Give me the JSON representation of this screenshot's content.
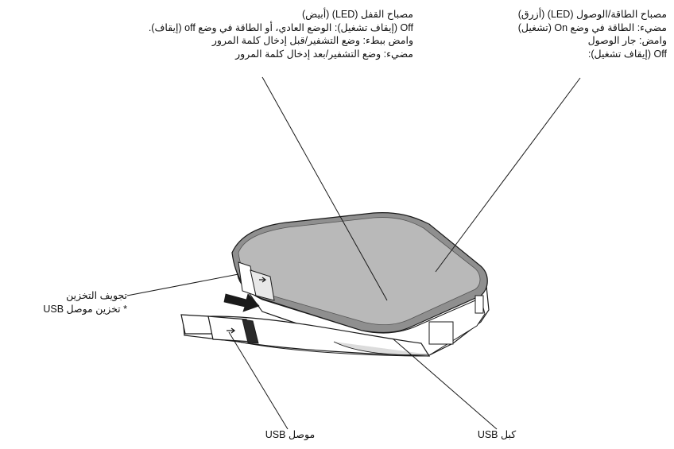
{
  "callouts": {
    "lock_led": {
      "title": "مصباح القفل (LED) (أبيض)",
      "lines": [
        "Off (إيقاف تشغيل): الوضع العادي، أو الطاقة في وضع off (إيقاف).",
        "وامض ببطء: وضع التشفير/قبل إدخال كلمة المرور",
        "مضيء: وضع التشفير/بعد إدخال كلمة المرور"
      ]
    },
    "power_led": {
      "title": "مصباح الطاقة/الوصول (LED) (أزرق)",
      "lines": [
        "مضيء: الطاقة في وضع On (تشغيل)",
        "وامض:  جار الوصول",
        "Off (إيقاف تشغيل):"
      ]
    },
    "storage_cavity": {
      "title": "تجويف التخزين",
      "lines": [
        "* تخزين موصل USB"
      ]
    },
    "usb_connector": {
      "title": "موصل USB"
    },
    "usb_cable": {
      "title": "كبل USB"
    }
  },
  "colors": {
    "device_top": "#b8b8b8",
    "device_bezel": "#909090",
    "outline": "#1a1a1a",
    "arrow": "#1a1a1a"
  }
}
